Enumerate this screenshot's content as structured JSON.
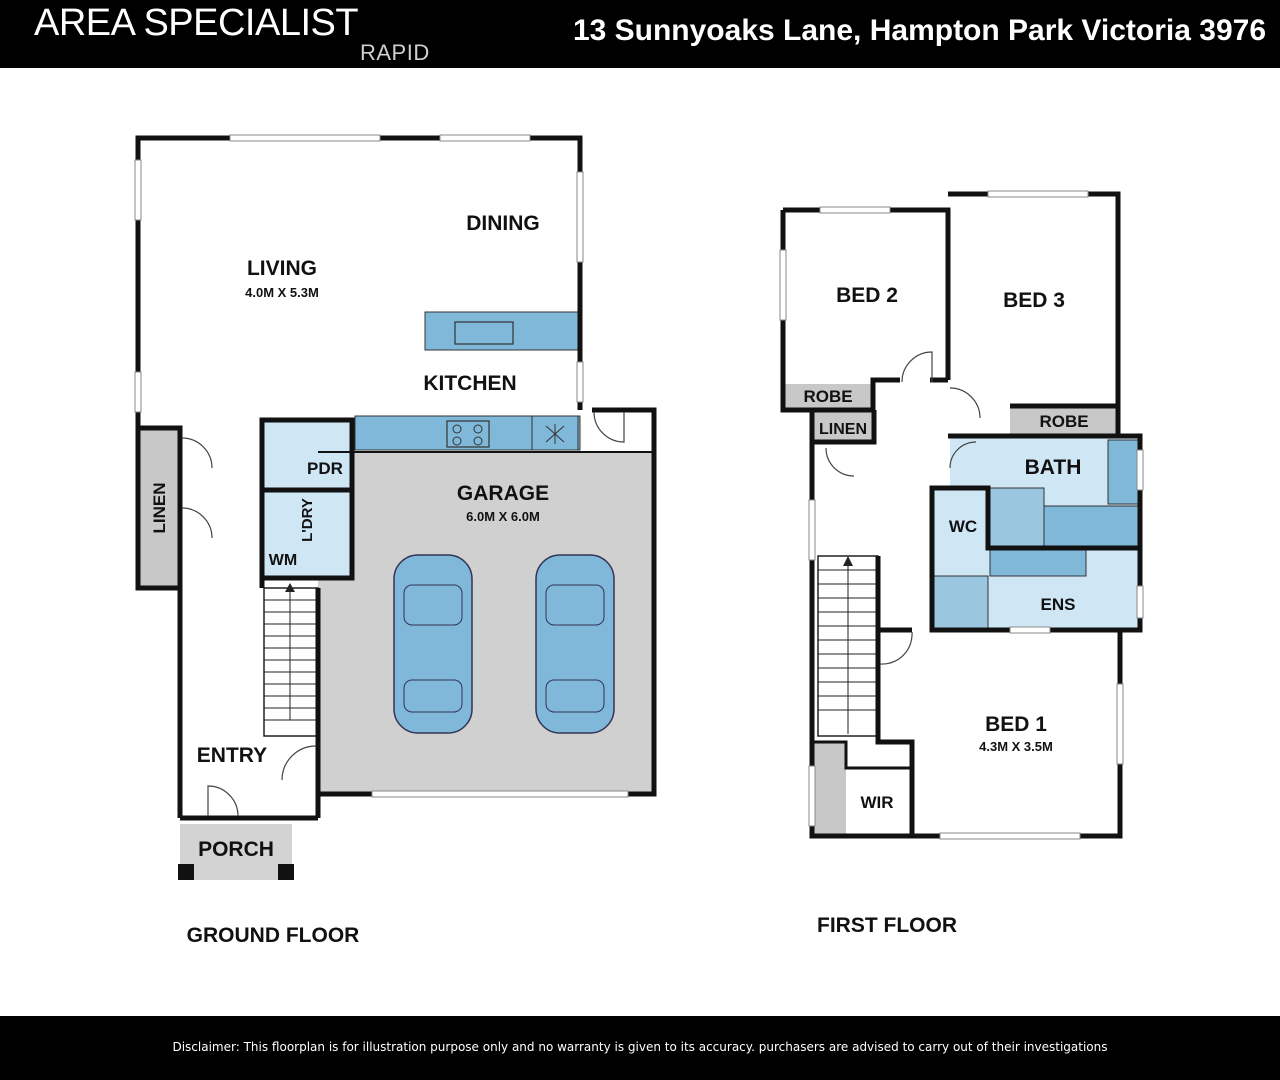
{
  "header": {
    "logo": "AREA SPECIALIST",
    "logo_sub": "RAPID",
    "address": "13 Sunnyoaks Lane, Hampton Park Victoria 3976"
  },
  "ground_floor": {
    "title": "GROUND FLOOR",
    "rooms": {
      "dining": "DINING",
      "living": "LIVING",
      "living_dim": "4.0M X 5.3M",
      "kitchen": "KITCHEN",
      "garage": "GARAGE",
      "garage_dim": "6.0M X 6.0M",
      "linen": "LINEN",
      "pdr": "PDR",
      "ldry": "L'DRY",
      "wm": "WM",
      "entry": "ENTRY",
      "porch": "PORCH"
    }
  },
  "first_floor": {
    "title": "FIRST FLOOR",
    "rooms": {
      "bed2": "BED 2",
      "bed3": "BED 3",
      "robe_bed2": "ROBE",
      "robe_bed3": "ROBE",
      "linen": "LINEN",
      "bath": "BATH",
      "wc": "WC",
      "ens": "ENS",
      "bed1": "BED 1",
      "bed1_dim": "4.3M X 3.5M",
      "wir": "WIR"
    }
  },
  "footer": {
    "disclaimer": "Disclaimer: This floorplan is for illustration purpose only and no warranty is given to its accuracy. purchasers are advised to carry out of their investigations"
  },
  "colors": {
    "wall": "#111111",
    "fixture_blue": "#7fb8d8",
    "wet_area": "#cfe6f5",
    "storage_grey": "#c8c8c8"
  }
}
